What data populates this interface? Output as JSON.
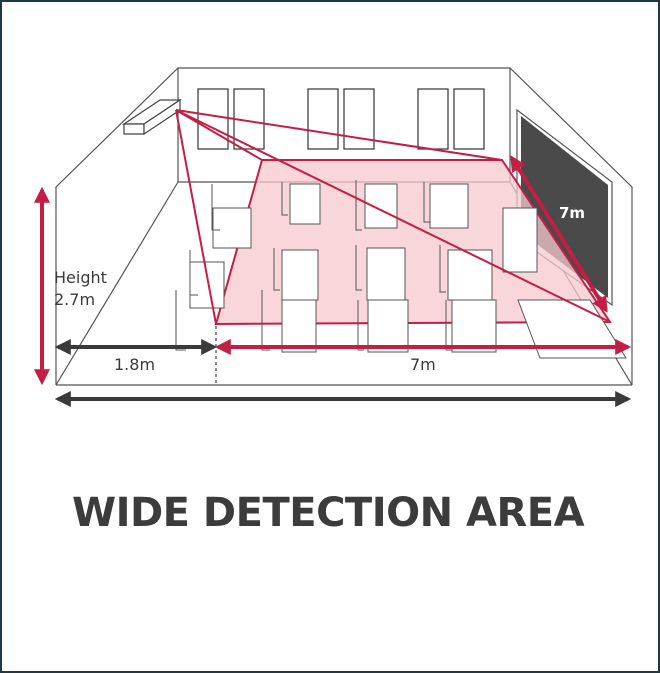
{
  "labels": {
    "height_line1": "Height",
    "height_line2": "2.7m",
    "side_distance": "1.8m",
    "front_distance": "7m",
    "board_distance": "7m"
  },
  "title": "WIDE DETECTION AREA",
  "colors": {
    "accent": "#c41e45",
    "coverage_fill": "#f5c8ce",
    "line": "#555555",
    "arrow_dark": "#3a3a3a",
    "board": "#4a4a4a",
    "frame": "#1f3a40"
  },
  "icons": [
    "sensor-icon",
    "blackboard-icon",
    "desk-icon",
    "chair-icon",
    "window-icon"
  ]
}
